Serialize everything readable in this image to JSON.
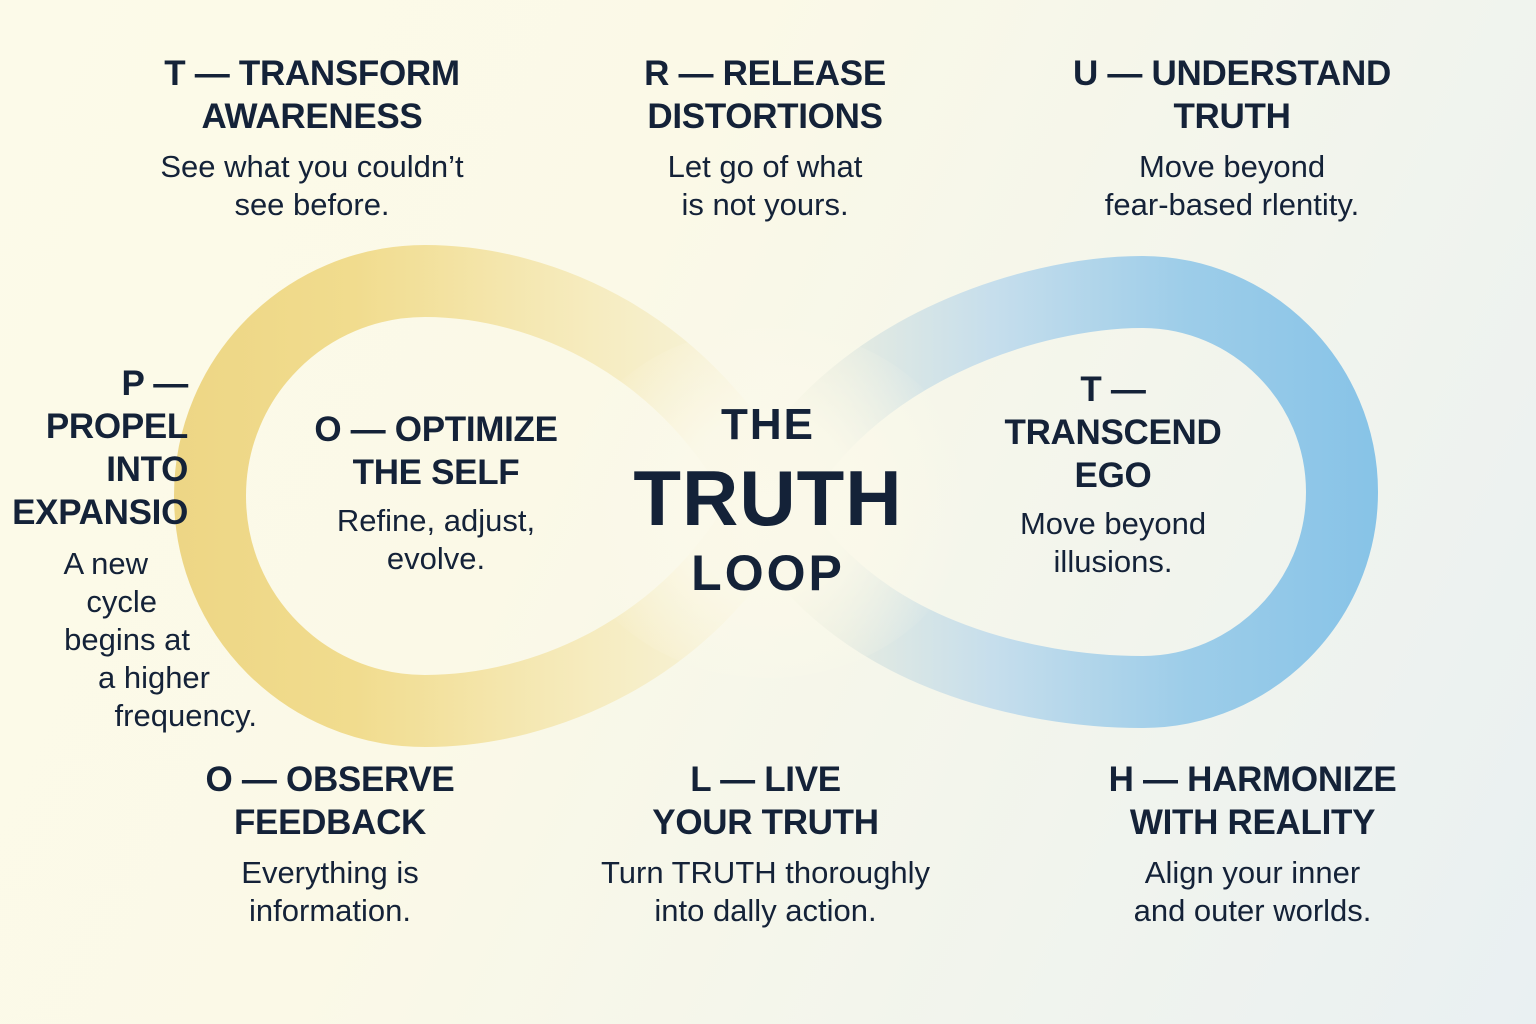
{
  "title": {
    "line1": "THE",
    "line2": "TRUTH",
    "line3": "LOOP"
  },
  "colors": {
    "heading_text": "#142238",
    "loop_gold": "#EDD685",
    "loop_gold_pale": "#F6ECC0",
    "loop_blue": "#87C3E7",
    "loop_blue_pale": "#C6DEEC",
    "background_warm": "#FCFAE9",
    "background_cool": "#EAF1F2"
  },
  "steps": {
    "transform_awareness": {
      "heading": "T — TRANSFORM\nAWARENESS",
      "body": "See what you couldn’t\nsee before."
    },
    "release_distortions": {
      "heading": "R — RELEASE\nDISTORTIONS",
      "body": "Let go of what\nis not yours."
    },
    "understand_truth": {
      "heading": "U — UNDERSTAND\nTRUTH",
      "body": "Move beyond\nfear-based rlentity."
    },
    "propel_into_expansion": {
      "heading": "P —\nPROPEL\nINTO\nEXPANSIO",
      "body_lines": [
        "A new",
        "cycle",
        "begins at",
        "a higher",
        "frequency."
      ]
    },
    "optimize_the_self": {
      "heading": "O — OPTIMIZE\nTHE SELF",
      "body": "Refine, adjust,\nevolve."
    },
    "transcend_ego": {
      "heading": "T —\nTRANSCEND\nEGO",
      "body": "Move beyond\nillusions."
    },
    "observe_feedback": {
      "heading": "O — OBSERVE\nFEEDBACK",
      "body": "Everything is\ninformation."
    },
    "live_your_truth": {
      "heading": "L — LIVE\nYOUR TRUTH",
      "body": "Turn TRUTH thoroughly\ninto dally action."
    },
    "harmonize_with_reality": {
      "heading": "H — HARMONIZE\nWITH REALITY",
      "body": "Align your inner\nand outer worlds."
    }
  }
}
